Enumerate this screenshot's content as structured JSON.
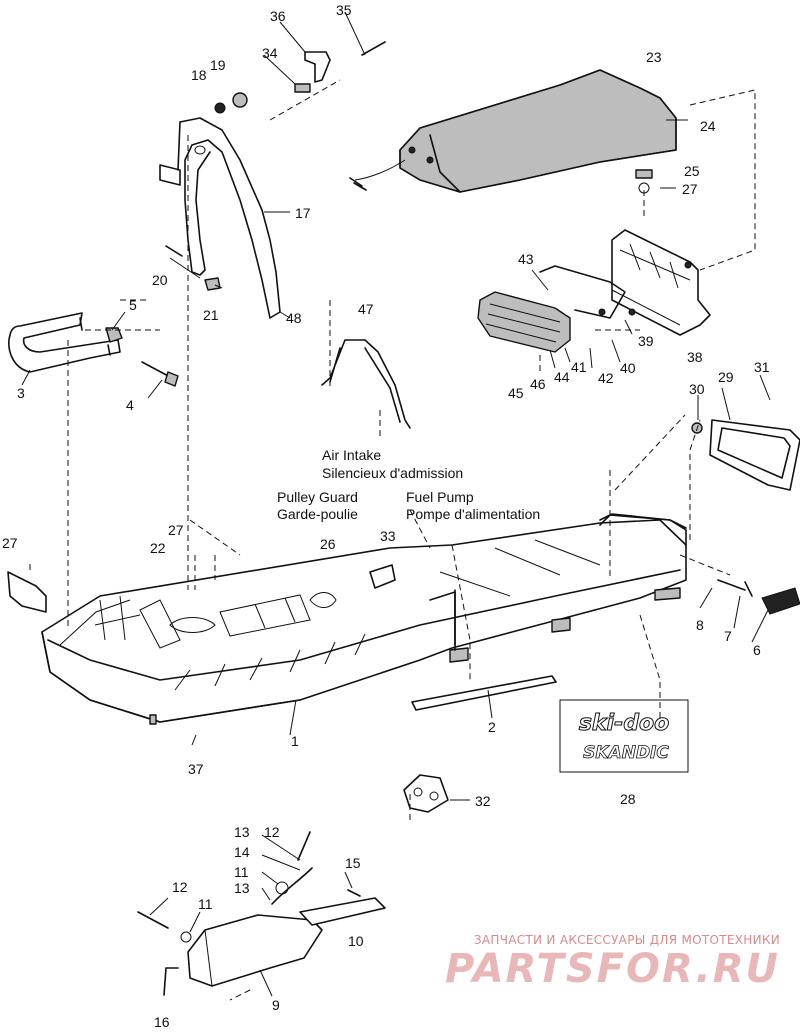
{
  "callouts": [
    {
      "id": "c1",
      "text": "1"
    },
    {
      "id": "c2",
      "text": "2"
    },
    {
      "id": "c3",
      "text": "3"
    },
    {
      "id": "c4",
      "text": "4"
    },
    {
      "id": "c5",
      "text": "5"
    },
    {
      "id": "c6",
      "text": "6"
    },
    {
      "id": "c7",
      "text": "7"
    },
    {
      "id": "c8",
      "text": "8"
    },
    {
      "id": "c9",
      "text": "9"
    },
    {
      "id": "c10",
      "text": "10"
    },
    {
      "id": "c11a",
      "text": "11"
    },
    {
      "id": "c11b",
      "text": "11"
    },
    {
      "id": "c12a",
      "text": "12"
    },
    {
      "id": "c12b",
      "text": "12"
    },
    {
      "id": "c13a",
      "text": "13"
    },
    {
      "id": "c13b",
      "text": "13"
    },
    {
      "id": "c14",
      "text": "14"
    },
    {
      "id": "c15",
      "text": "15"
    },
    {
      "id": "c16",
      "text": "16"
    },
    {
      "id": "c17",
      "text": "17"
    },
    {
      "id": "c18",
      "text": "18"
    },
    {
      "id": "c19",
      "text": "19"
    },
    {
      "id": "c20",
      "text": "20"
    },
    {
      "id": "c21",
      "text": "21"
    },
    {
      "id": "c22",
      "text": "22"
    },
    {
      "id": "c23",
      "text": "23"
    },
    {
      "id": "c24",
      "text": "24"
    },
    {
      "id": "c25",
      "text": "25"
    },
    {
      "id": "c26",
      "text": "26"
    },
    {
      "id": "c27a",
      "text": "27"
    },
    {
      "id": "c27b",
      "text": "27"
    },
    {
      "id": "c27c",
      "text": "27"
    },
    {
      "id": "c28",
      "text": "28"
    },
    {
      "id": "c29",
      "text": "29"
    },
    {
      "id": "c30",
      "text": "30"
    },
    {
      "id": "c31",
      "text": "31"
    },
    {
      "id": "c32",
      "text": "32"
    },
    {
      "id": "c33",
      "text": "33"
    },
    {
      "id": "c34",
      "text": "34"
    },
    {
      "id": "c35",
      "text": "35"
    },
    {
      "id": "c36",
      "text": "36"
    },
    {
      "id": "c37",
      "text": "37"
    },
    {
      "id": "c38",
      "text": "38"
    },
    {
      "id": "c39",
      "text": "39"
    },
    {
      "id": "c40",
      "text": "40"
    },
    {
      "id": "c41",
      "text": "41"
    },
    {
      "id": "c42",
      "text": "42"
    },
    {
      "id": "c43",
      "text": "43"
    },
    {
      "id": "c44",
      "text": "44"
    },
    {
      "id": "c45",
      "text": "45"
    },
    {
      "id": "c46",
      "text": "46"
    },
    {
      "id": "c47",
      "text": "47"
    },
    {
      "id": "c48",
      "text": "48"
    }
  ],
  "labels": {
    "air_intake_en": "Air Intake",
    "air_intake_fr": "Silencieux d'admission",
    "pulley_guard_en": "Pulley Guard",
    "pulley_guard_fr": "Garde-poulie",
    "fuel_pump_en": "Fuel Pump",
    "fuel_pump_fr": "Pompe d'alimentation"
  },
  "decal": {
    "line1": "ski-doo",
    "line2": "SKANDIC"
  },
  "watermark": {
    "tagline": "ЗАПЧАСТИ И АКСЕССУАРЫ ДЛЯ МОТОТЕХНИКИ",
    "brand": "PARTSFOR.RU"
  }
}
